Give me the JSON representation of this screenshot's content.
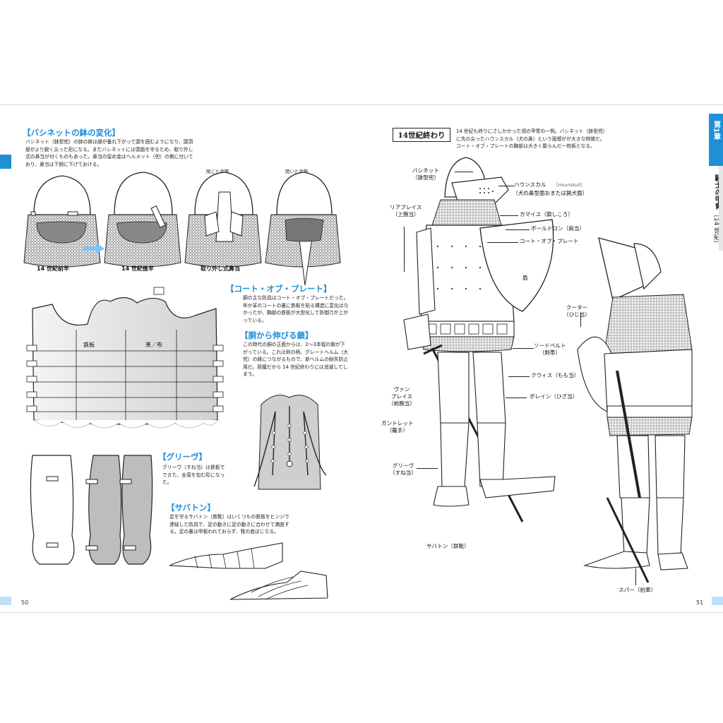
{
  "left_page": {
    "page_number": "50",
    "bascinet": {
      "heading": "【バシネットの鉢の変化】",
      "body": "バシネット（鉢型兜）の鉢の鉢は縁が垂れ下がって頭を囲むようになり、頭頂部がより鋭く尖った形になる。またバシネットには頭面を守るため、取り外し式の鼻当が付くものもあった。鼻当の留め金はヘルメット（兜）の側に付いており、鼻当は下側に下げておける。",
      "state_closed": "閉じた状態",
      "state_open": "開いた状態",
      "captions": [
        "14 世紀前半",
        "14 世紀後半",
        "取り外し式鼻当"
      ]
    },
    "coat_of_plates": {
      "heading": "【コート・オブ・プレート】",
      "body": "胴の主な防具はコート・オブ・プレートだった。布か革のコートの裏に鉄板を貼る構造に変化はなかったが、胸部の鉄板が大型化して防御力が上がっている。",
      "label_iron": "鉄板",
      "label_leather": "革／布"
    },
    "chain": {
      "heading": "【胴から伸びる鎖】",
      "body": "この時代の胴の正面からは、2～3本程の鎖が下がっている。これは剣の柄、グレートヘルム（大兜）の縁につながるもので、新ヘルムの紛失防止用だ。邪魔だから 14 世紀終わりには消滅してしまう。"
    },
    "greave": {
      "heading": "【グリーヴ】",
      "body": "グリーヴ（すね当）は鉄板でできた、全周を包む形になった。"
    },
    "sabaton": {
      "heading": "【サバトン】",
      "body": "足を守るサバトン（鉄靴）はいくつもの鉄板をヒンジで連結した防具で、足の動きに足の動きに合わせて満曲する。足の裏は甲板われておらず、靴の底ほじなる。"
    }
  },
  "right_page": {
    "page_number": "51",
    "title": "14世紀終わり",
    "intro": "14 世紀も終りにさしかかった頃の甲冑の一例。バシネット（鉢型兜）に先の尖ったハウンスカル（犬の鼻）という面頬がが大きな特徴だ。コート・オブ・プレートの胸部は大きく膨らんだ一枚板となる。",
    "chapter_tab": {
      "chapter": "第1章",
      "title": "騎士の甲冑",
      "sub": "［14 世紀］"
    },
    "labels": {
      "bascinet": "バシネット\n（鉢型兜）",
      "houndskull": "ハウンスカル",
      "houndskull_en": "［Hounskull］",
      "houndskull_sub": "（犬の鼻型面おまたは猟犬面）",
      "camail": "カマイユ（鎖しころ）",
      "bordron": "ボールドロン（肩当）",
      "coat": "コート・オブ・プレート",
      "rerebrace": "リアブレイス\n（上腕当）",
      "shield": "盾",
      "couter": "クーター\n（ひじ当）",
      "sword_belt": "ソードベルト\n（剣帯）",
      "cuisse": "クウィス（もも当）",
      "poleyn": "ポレイン（ひざ当）",
      "vambrace": "ヴァン\nブレイス\n（前腕当）",
      "gauntlet": "ガントレット\n（籠手）",
      "greave": "グリーヴ\n（すね当）",
      "sabaton": "サバトン（鉄靴）",
      "spur": "スパー（拍車）"
    }
  },
  "colors": {
    "accent": "#1f8fd8",
    "ink": "#1a1a1a",
    "mail_gray": "#8a8a8a",
    "light_gray": "#d7d7d7"
  }
}
